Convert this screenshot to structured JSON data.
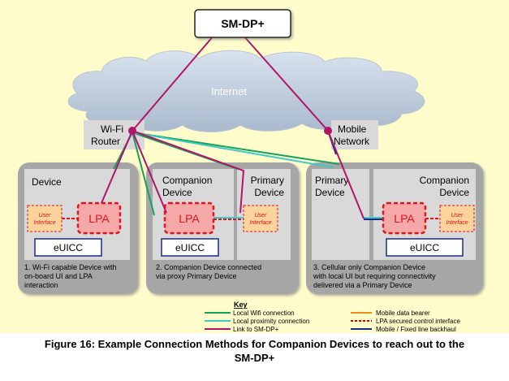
{
  "server": {
    "label": "SM-DP+"
  },
  "internet": {
    "label": "Internet"
  },
  "wifi_router": {
    "line1": "Wi-Fi",
    "line2": "Router"
  },
  "mobile_network": {
    "line1": "Mobile",
    "line2": "Network"
  },
  "panel1": {
    "title": "Device",
    "user_interface_line1": "User",
    "user_interface_line2": "Interface",
    "lpa": "LPA",
    "euicc": "eUICC",
    "desc_line1": "1. Wi-Fi capable Device with",
    "desc_line2": "on-board UI and LPA",
    "desc_line3": "interaction"
  },
  "panel2": {
    "companion_line1": "Companion",
    "companion_line2": "Device",
    "primary_line1": "Primary",
    "primary_line2": "Device",
    "lpa": "LPA",
    "user_interface_line1": "User",
    "user_interface_line2": "Interface",
    "euicc": "eUICC",
    "desc_line1": "2. Companion Device connected",
    "desc_line2": "via proxy Primary Device"
  },
  "panel3": {
    "primary_line1": "Primary",
    "primary_line2": "Device",
    "companion_line1": "Companion",
    "companion_line2": "Device",
    "lpa": "LPA",
    "user_interface_line1": "User",
    "user_interface_line2": "Interface",
    "euicc": "eUICC",
    "desc_line1": "3. Cellular only Companion Device",
    "desc_line2": "with local UI but requiring connectivity",
    "desc_line3": "delivered via a Primary Device"
  },
  "key": {
    "title": "Key",
    "items_left": [
      {
        "label": "Local Wifi connection",
        "color": "#16a05a"
      },
      {
        "label": "Local proximity connection",
        "color": "#3ec9c9"
      },
      {
        "label": "Link to SM-DP+",
        "color": "#b0156a"
      }
    ],
    "items_right": [
      {
        "label": "Mobile data bearer",
        "color": "#f28c1a"
      },
      {
        "label": "LPA secured control interface",
        "color": "#d40000"
      },
      {
        "label": "Mobile / Fixed line backhaul",
        "color": "#1a2a8a"
      }
    ]
  },
  "caption": {
    "line1": "Figure 16: Example Connection Methods for Companion Devices to reach out to the",
    "line2": "SM-DP+"
  },
  "colors": {
    "background": "#fffccc",
    "panel_outer": "#a6a6a6",
    "panel_inner": "#d9d9d9",
    "lpa_fill": "#f4a8a8",
    "lpa_border": "#e0141e",
    "ui_fill": "#fcd39a",
    "link_magenta": "#b0156a",
    "wifi_green": "#16a05a",
    "proximity_cyan": "#3ec9c9",
    "backhaul_navy": "#1a2a8a"
  }
}
